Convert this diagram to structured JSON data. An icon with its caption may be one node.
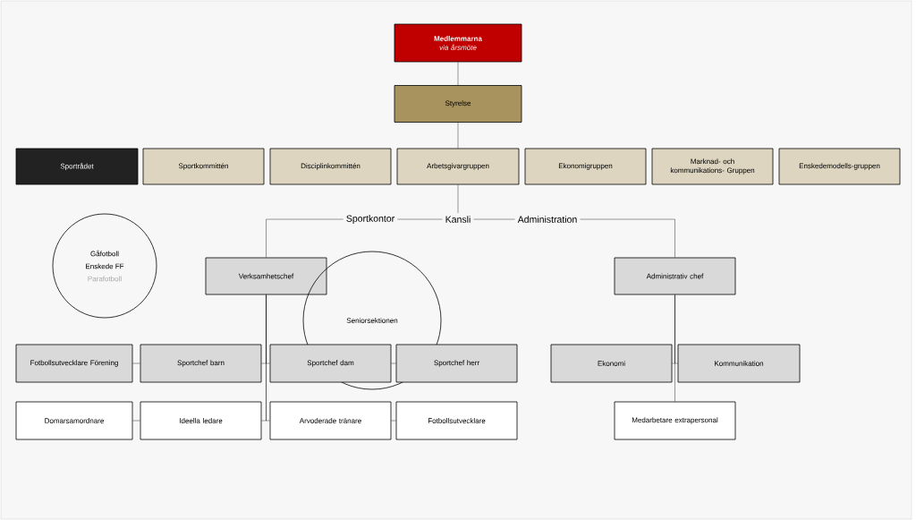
{
  "diagram": {
    "nodes": [
      {
        "text": [
          "Medlemmarna",
          "via årsmöte"
        ]
      },
      {
        "text": [
          "Styrelse"
        ]
      },
      {
        "text": [
          "Sportrådet"
        ]
      },
      {
        "text": [
          "Sportkommittén"
        ]
      },
      {
        "text": [
          "Disciplinkommittén"
        ]
      },
      {
        "text": [
          "Arbetsgivargruppen"
        ]
      },
      {
        "text": [
          "Ekonomigruppen"
        ]
      },
      {
        "text": [
          "Marknad- och kommunikations- Gruppen"
        ]
      },
      {
        "text": [
          "Enskedemodells-gruppen"
        ]
      },
      {
        "text": [
          "Sportkontor"
        ]
      },
      {
        "text": [
          "Kansli"
        ]
      },
      {
        "text": [
          "Administration"
        ]
      },
      {
        "text": [
          "Gåfotboll",
          "Enskede FF",
          "Parafotboll"
        ]
      },
      {
        "text": [
          "Verksamhetschef"
        ]
      },
      {
        "text": [
          "Seniorsektionen"
        ]
      },
      {
        "text": [
          "Administrativ chef"
        ]
      },
      {
        "text": [
          "Fotbollsutvecklare Förening"
        ]
      },
      {
        "text": [
          "Sportchef barn"
        ]
      },
      {
        "text": [
          "Sportchef dam"
        ]
      },
      {
        "text": [
          "Sportchef herr"
        ]
      },
      {
        "text": [
          "Ekonomi"
        ]
      },
      {
        "text": [
          "Kommunikation"
        ]
      },
      {
        "text": [
          "Domarsamordnare"
        ]
      },
      {
        "text": [
          "Ideella ledare"
        ]
      },
      {
        "text": [
          "Arvoderade tränare"
        ]
      },
      {
        "text": [
          "Fotbollsutvecklare"
        ]
      },
      {
        "text": [
          "Medarbetare extrapersonal"
        ]
      }
    ],
    "edges": [
      {
        "from": 0,
        "to": 1,
        "arrow": "none"
      },
      {
        "from": 1,
        "to": 5,
        "arrow": "none"
      },
      {
        "from": 5,
        "to": 10,
        "arrow": "none"
      },
      {
        "from": 10,
        "to": 9,
        "arrow": "none"
      },
      {
        "from": 10,
        "to": 11,
        "arrow": "none"
      },
      {
        "from": 9,
        "to": 13,
        "arrow": "none"
      },
      {
        "from": 11,
        "to": 15,
        "arrow": "none"
      },
      {
        "from": 13,
        "to": 17,
        "arrow": "none"
      },
      {
        "from": 13,
        "to": 18,
        "arrow": "none"
      },
      {
        "from": 13,
        "to": 23,
        "arrow": "none"
      },
      {
        "from": 13,
        "to": 24,
        "arrow": "none"
      },
      {
        "from": 17,
        "to": 16,
        "arrow": "none"
      },
      {
        "from": 18,
        "to": 19,
        "arrow": "none"
      },
      {
        "from": 23,
        "to": 22,
        "arrow": "none"
      },
      {
        "from": 24,
        "to": 25,
        "arrow": "none"
      },
      {
        "from": 15,
        "to": 20,
        "arrow": "none"
      },
      {
        "from": 15,
        "to": 21,
        "arrow": "none"
      },
      {
        "from": 15,
        "to": 26,
        "arrow": "none"
      }
    ]
  }
}
